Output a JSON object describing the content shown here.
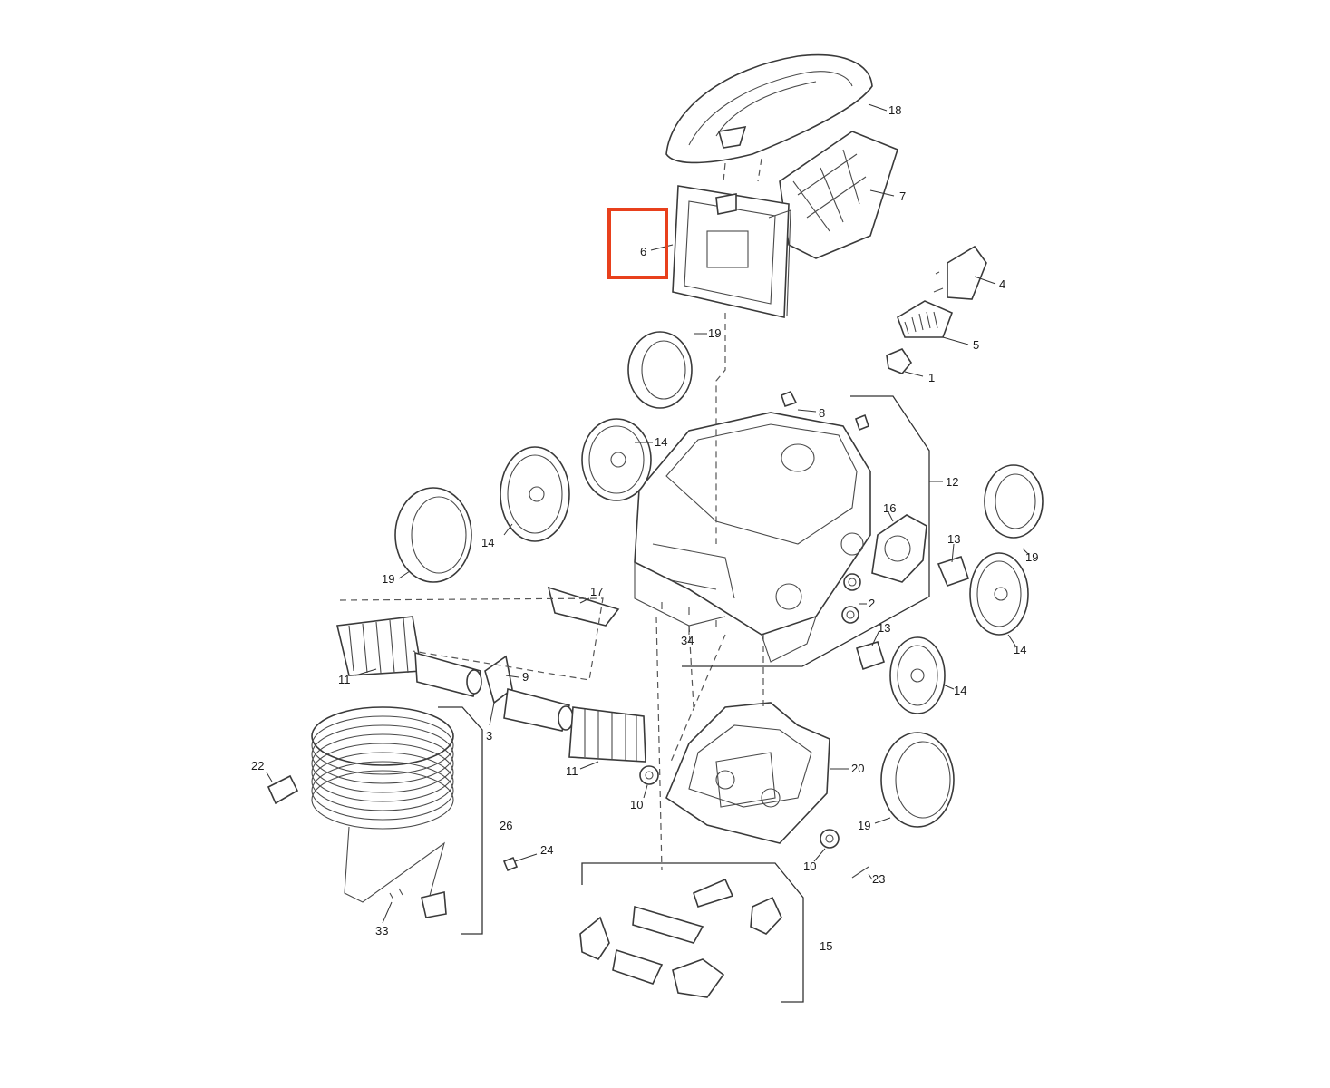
{
  "colors": {
    "highlight": "#e8401c",
    "line": "#3a3a3a",
    "background": "#ffffff"
  },
  "callouts": {
    "c1": "1",
    "c2": "2",
    "c3": "3",
    "c4": "4",
    "c5": "5",
    "c6": "6",
    "c7": "7",
    "c8": "8",
    "c9": "9",
    "c10a": "10",
    "c10b": "10",
    "c11a": "11",
    "c11b": "11",
    "c12": "12",
    "c13a": "13",
    "c13b": "13",
    "c14a": "14",
    "c14b": "14",
    "c14c": "14",
    "c14d": "14",
    "c15": "15",
    "c16": "16",
    "c17": "17",
    "c18": "18",
    "c19a": "19",
    "c19b": "19",
    "c19c": "19",
    "c19d": "19",
    "c20": "20",
    "c22": "22",
    "c23": "23",
    "c24": "24",
    "c26": "26",
    "c33": "33",
    "c34": "34"
  },
  "highlighted_callout": "6"
}
